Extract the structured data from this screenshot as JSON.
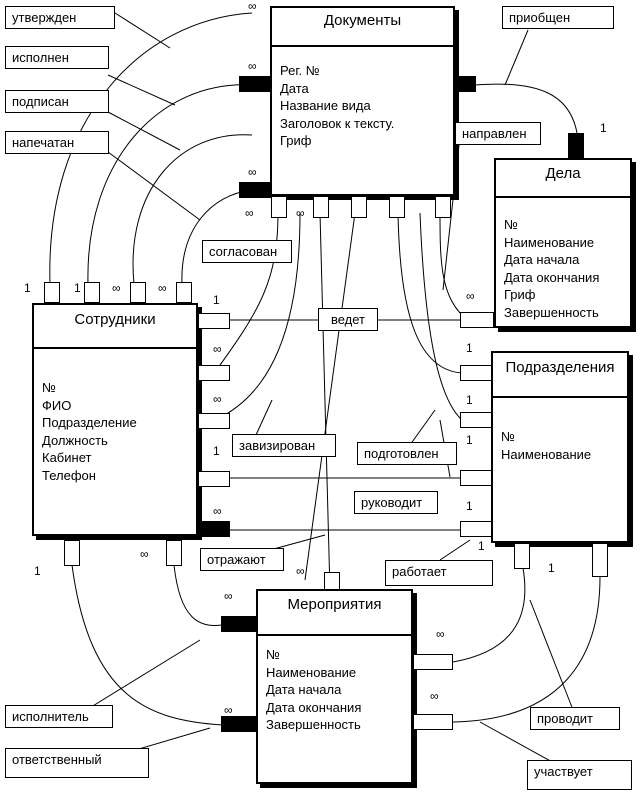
{
  "entities": {
    "documents": {
      "title": "Документы",
      "attrs": [
        "Рег. №",
        "Дата",
        "Название вида",
        "Заголовок к тексту.",
        "Гриф"
      ]
    },
    "cases": {
      "title": "Дела",
      "attrs": [
        "№",
        "Наименование",
        "Дата начала",
        "Дата окончания",
        "Гриф",
        "Завершенность"
      ]
    },
    "employees": {
      "title": "Сотрудники",
      "attrs": [
        "№",
        "ФИО",
        "Подразделение",
        "Должность",
        "Кабинет",
        "Телефон"
      ]
    },
    "departments": {
      "title": "Подразделения",
      "attrs": [
        "№",
        "Наименование"
      ]
    },
    "events": {
      "title": "Мероприятия",
      "attrs": [
        "№",
        "Наименование",
        "Дата начала",
        "Дата окончания",
        "Завершенность"
      ]
    }
  },
  "relations": {
    "approved": "утвержден",
    "executed": "исполнен",
    "signed": "подписан",
    "printed": "напечатан",
    "attached": "приобщен",
    "directed": "направлен",
    "agreed": "согласован",
    "keeps": "ведет",
    "endorsed": "завизирован",
    "prepared": "подготовлен",
    "manages": "руководит",
    "reflect": "отражают",
    "works": "работает",
    "performer": "исполнитель",
    "responsible": "ответственный",
    "conducts": "проводит",
    "participates": "участвует"
  },
  "cardinality": {
    "one": "1",
    "many": "∞"
  }
}
